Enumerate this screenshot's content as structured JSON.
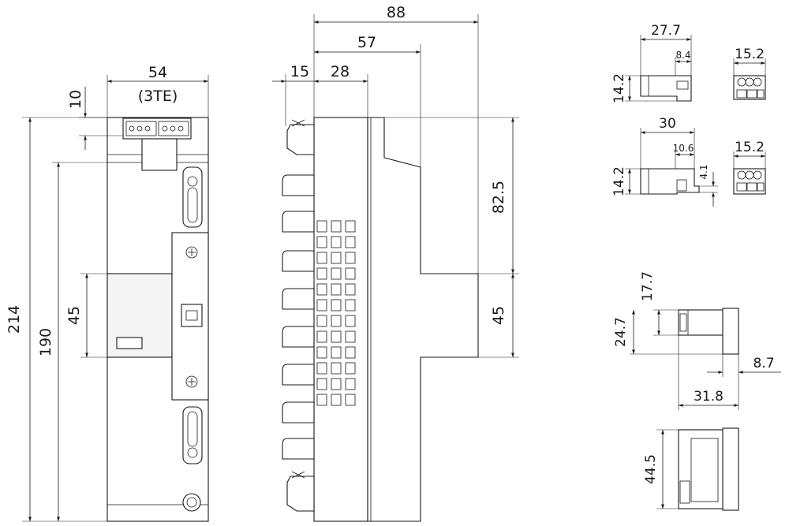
{
  "front_view": {
    "width": "54",
    "width_sub": "(3TE)",
    "top_offset": "10",
    "height_total": "214",
    "height_inner": "190",
    "block_height": "45"
  },
  "side_view": {
    "depth_total": "88",
    "depth_mid": "57",
    "depth_a": "15",
    "depth_b": "28",
    "upper_height": "82.5",
    "lower_height": "45"
  },
  "connector_a": {
    "width": "27.7",
    "height": "14.2",
    "pin_offset": "8.4",
    "front_width": "15.2"
  },
  "connector_b": {
    "width": "30",
    "height": "14.2",
    "pin_offset": "10.6",
    "pin_height": "4.1",
    "front_width": "15.2"
  },
  "module_side": {
    "height_total": "24.7",
    "height_part": "17.7",
    "depth_offset": "8.7",
    "depth_total": "31.8"
  },
  "module_front": {
    "height": "44.5"
  }
}
